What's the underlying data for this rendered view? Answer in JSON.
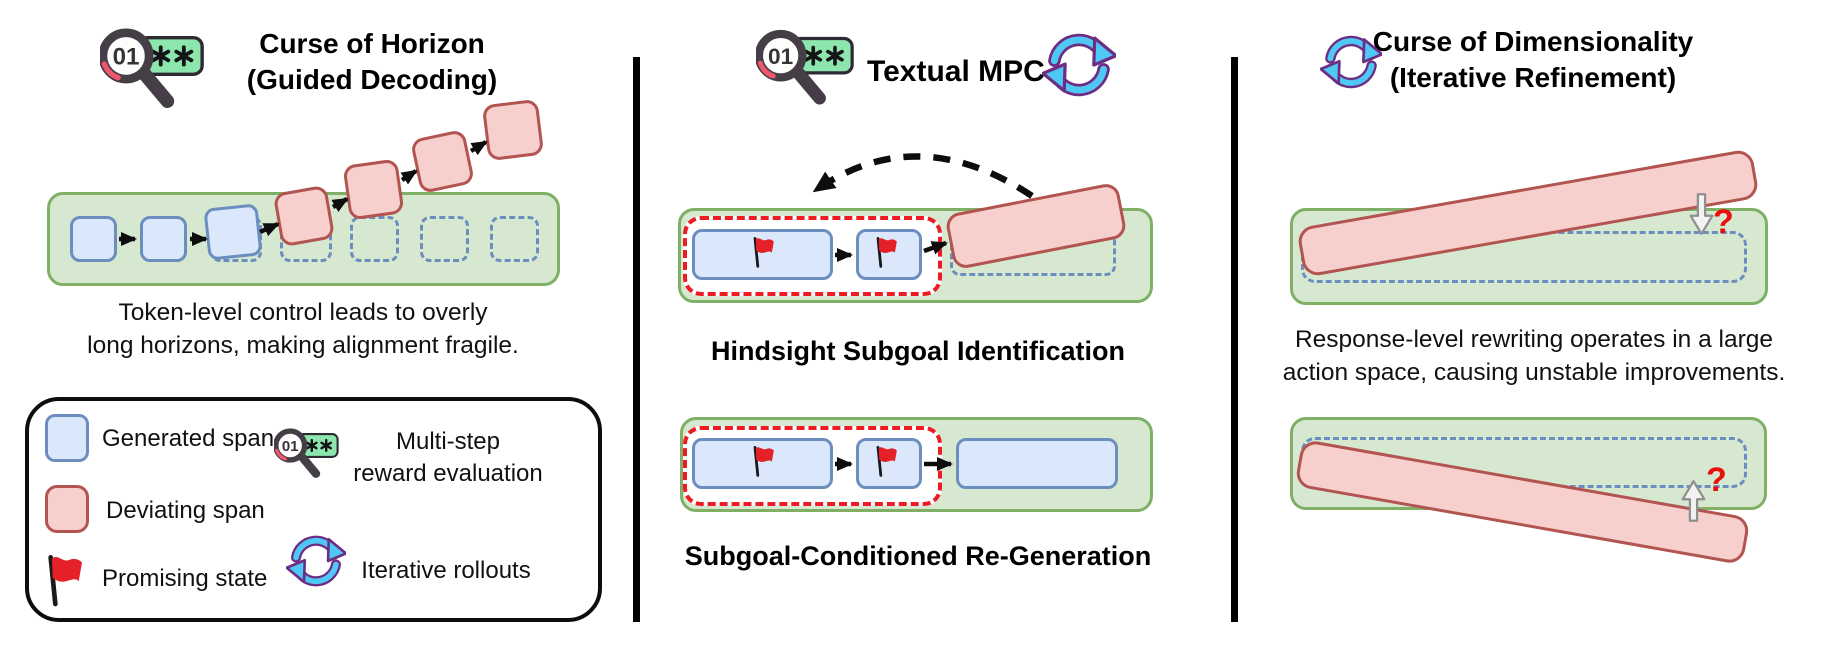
{
  "colors": {
    "green_fill": "#d7e8d1",
    "green_stroke": "#7fb065",
    "blue_fill": "#dbe8fb",
    "blue_stroke": "#6c8ebf",
    "red_fill": "#f7cfcc",
    "red_stroke": "#b25551",
    "dashed_red": "#ef1b24",
    "flag_red": "#e42028",
    "icon_green": "#8de6ae",
    "icon_dark": "#453e47",
    "cycle_cyan": "#4fc8f3",
    "cycle_purple": "#6d2d85",
    "question_red": "#e8100c",
    "arrow_black": "#0d0d0d",
    "gray_arrow_fill": "#f2f2f2",
    "gray_arrow_stroke": "#8f8f8f"
  },
  "panels": {
    "left": {
      "title_line1": "Curse of Horizon",
      "title_line2": "(Guided Decoding)",
      "caption_line1": "Token-level control leads to overly",
      "caption_line2": "long horizons, making alignment fragile."
    },
    "middle": {
      "title": "Textual MPC",
      "caption_top": "Hindsight Subgoal Identification",
      "caption_bottom": "Subgoal-Conditioned Re-Generation"
    },
    "right": {
      "title_line1": "Curse of Dimensionality",
      "title_line2": "(Iterative Refinement)",
      "caption_line1": "Response-level rewriting operates in a large",
      "caption_line2": "action space, causing unstable improvements.",
      "question_mark": "?"
    }
  },
  "legend": {
    "generated_span": "Generated span",
    "deviating_span": "Deviating span",
    "promising_state": "Promising state",
    "multi_step_line1": "Multi-step",
    "multi_step_line2": "reward evaluation",
    "iterative_rollouts": "Iterative rollouts"
  },
  "icons": {
    "magnifier_label": "01"
  }
}
